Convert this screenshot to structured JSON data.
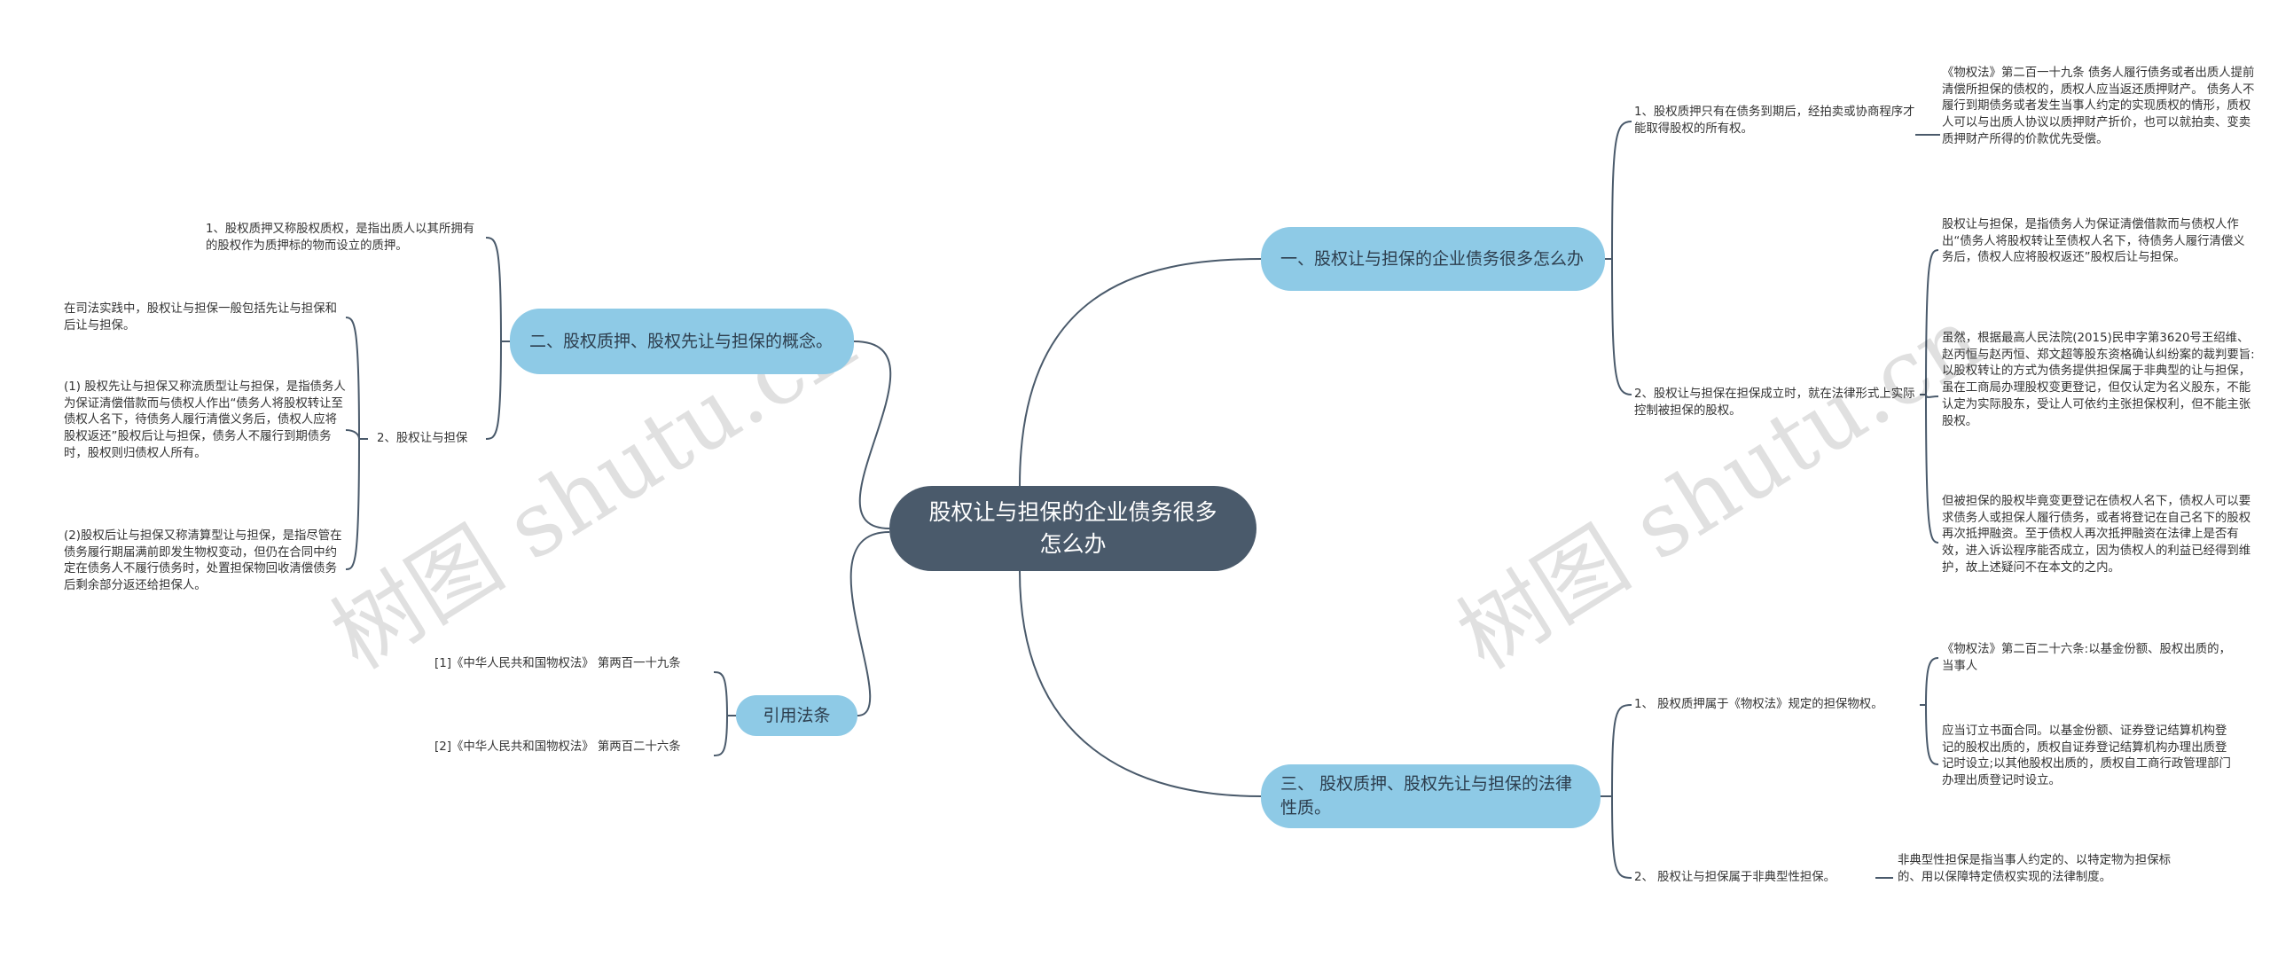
{
  "root": {
    "title": "股权让与担保的企业债务很多怎么办"
  },
  "branches": {
    "b1": {
      "label": "一、股权让与担保的企业债务很多怎么办",
      "c1": "1、股权质押只有在债务到期后，经拍卖或协商程序才能取得股权的所有权。",
      "c1_detail": "《物权法》第二百一十九条 债务人履行债务或者出质人提前清偿所担保的债权的，质权人应当返还质押财产。 债务人不履行到期债务或者发生当事人约定的实现质权的情形，质权人可以与出质人协议以质押财产折价，也可以就拍卖、变卖质押财产所得的价款优先受偿。",
      "c2": "2、股权让与担保在担保成立时，就在法律形式上实际控制被担保的股权。",
      "c2_details": [
        "股权让与担保，是指债务人为保证清偿借款而与债权人作出“债务人将股权转让至债权人名下，待债务人履行清偿义务后，债权人应将股权返还”股权后让与担保。",
        "虽然，根据最高人民法院(2015)民申字第3620号王绍维、赵丙恒与赵丙恒、郑文超等股东资格确认纠纷案的裁判要旨:以股权转让的方式为债务提供担保属于非典型的让与担保，虽在工商局办理股权变更登记，但仅认定为名义股东，不能认定为实际股东，受让人可依约主张担保权利，但不能主张股权。",
        "但被担保的股权毕竟变更登记在债权人名下，债权人可以要求债务人或担保人履行债务，或者将登记在自己名下的股权再次抵押融资。至于债权人再次抵押融资在法律上是否有效，进入诉讼程序能否成立，因为债权人的利益已经得到维护，故上述疑问不在本文的之内。"
      ]
    },
    "b2": {
      "label": "二、股权质押、股权先让与担保的概念。",
      "c1": "1、股权质押又称股权质权，是指出质人以其所拥有的股权作为质押标的物而设立的质押。",
      "c2": "2、股权让与担保",
      "c2_details": [
        "在司法实践中，股权让与担保一般包括先让与担保和后让与担保。",
        "(1) 股权先让与担保又称流质型让与担保，是指债务人为保证清偿借款而与债权人作出“债务人将股权转让至债权人名下，待债务人履行清偿义务后，债权人应将股权返还”股权后让与担保，债务人不履行到期债务时，股权则归债权人所有。",
        "(2)股权后让与担保又称清算型让与担保，是指尽管在债务履行期届满前即发生物权变动，但仍在合同中约定在债务人不履行债务时，处置担保物回收清偿债务后剩余部分返还给担保人。"
      ]
    },
    "b3": {
      "label": "三、 股权质押、股权先让与担保的法律性质。",
      "c1": "1、 股权质押属于《物权法》规定的担保物权。",
      "c1_details": [
        "《物权法》第二百二十六条:以基金份额、股权出质的，当事人",
        "应当订立书面合同。以基金份额、证券登记结算机构登记的股权出质的，质权自证券登记结算机构办理出质登记时设立;以其他股权出质的，质权自工商行政管理部门办理出质登记时设立。"
      ],
      "c2": "2、 股权让与担保属于非典型性担保。",
      "c2_detail": "非典型性担保是指当事人约定的、以特定物为担保标的、用以保障特定债权实现的法律制度。"
    },
    "b4": {
      "label": "引用法条",
      "items": [
        "[1]《中华人民共和国物权法》 第两百一十九条",
        "[2]《中华人民共和国物权法》 第两百二十六条"
      ]
    }
  },
  "watermarks": [
    "树图 shutu.cn",
    "树图 shutu.cn"
  ],
  "colors": {
    "root_bg": "#4a5a6b",
    "branch_bg": "#8ecae6",
    "line": "#4a5a6b"
  }
}
